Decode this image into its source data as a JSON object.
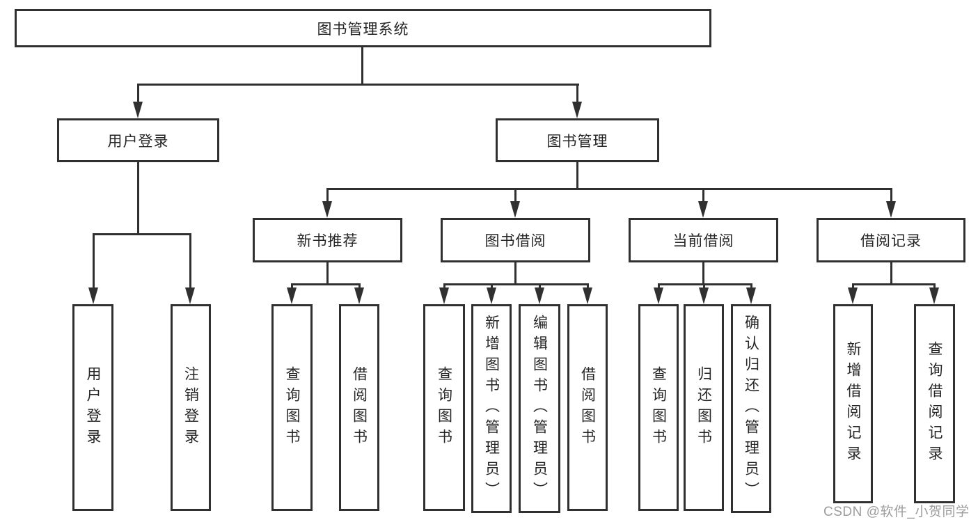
{
  "colors": {
    "line": "#303030",
    "text": "#262626",
    "box_bg": "#ffffff",
    "watermark": "#9c9c9c"
  },
  "watermark": {
    "text": "CSDN @软件_小贺同学"
  },
  "tree": {
    "root": {
      "label": "图书管理系统"
    },
    "level2": [
      {
        "id": "user-login",
        "label": "用户登录"
      },
      {
        "id": "book-mgmt",
        "label": "图书管理"
      }
    ],
    "level3": [
      {
        "id": "new-book-rec",
        "label": "新书推荐"
      },
      {
        "id": "book-borrow",
        "label": "图书借阅"
      },
      {
        "id": "current-borrow",
        "label": "当前借阅"
      },
      {
        "id": "borrow-records",
        "label": "借阅记录"
      }
    ],
    "leaves": {
      "user_login_children": [
        {
          "label": "用户登录"
        },
        {
          "label": "注销登录"
        }
      ],
      "new_book_rec_children": [
        {
          "label": "查询图书"
        },
        {
          "label": "借阅图书"
        }
      ],
      "book_borrow_children": [
        {
          "label": "查询图书"
        },
        {
          "label": "新增图书（管理员）"
        },
        {
          "label": "编辑图书（管理员）"
        },
        {
          "label": "借阅图书"
        }
      ],
      "current_borrow_children": [
        {
          "label": "查询图书"
        },
        {
          "label": "归还图书"
        },
        {
          "label": "确认归还（管理员）"
        }
      ],
      "borrow_records_children": [
        {
          "label": "新增借阅记录"
        },
        {
          "label": "查询借阅记录"
        }
      ]
    }
  }
}
